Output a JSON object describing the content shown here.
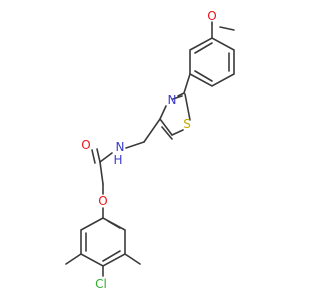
{
  "atoms": {
    "carbonyl_oxygen": {
      "label": "O",
      "color": "#e8151b"
    },
    "amide_nitrogen": {
      "label": "N",
      "color": "#3a3acf"
    },
    "amide_hydrogen": {
      "label": "H",
      "color": "#3a3acf"
    },
    "thiazole_nitrogen": {
      "label": "N",
      "color": "#3a3acf"
    },
    "thiazole_sulfur": {
      "label": "S",
      "color": "#c9a800"
    },
    "methoxy_oxygen": {
      "label": "O",
      "color": "#e8151b"
    },
    "ether_oxygen": {
      "label": "O",
      "color": "#e8151b"
    },
    "chlorine": {
      "label": "Cl",
      "color": "#2fae2f"
    }
  }
}
